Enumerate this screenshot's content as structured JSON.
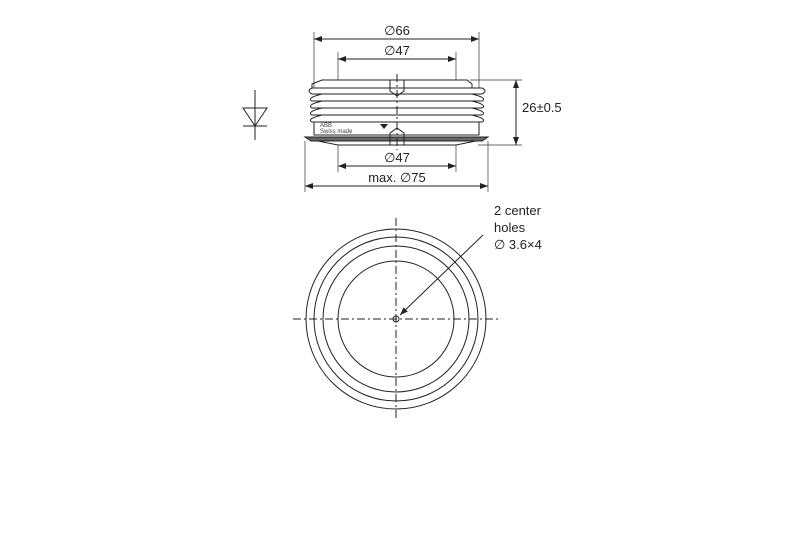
{
  "side_view": {
    "dim_top_outer": "∅66",
    "dim_top_inner": "∅47",
    "dim_height": "26±0.5",
    "dim_bottom_inner": "∅47",
    "dim_flange": "max. ∅75",
    "marking_brand": "ABB",
    "marking_origin": "Swiss made"
  },
  "symbol": {
    "icon": "diode-symbol"
  },
  "top_view": {
    "note_line1": "2 center",
    "note_line2": "holes",
    "note_line3": "∅ 3.6×4"
  }
}
